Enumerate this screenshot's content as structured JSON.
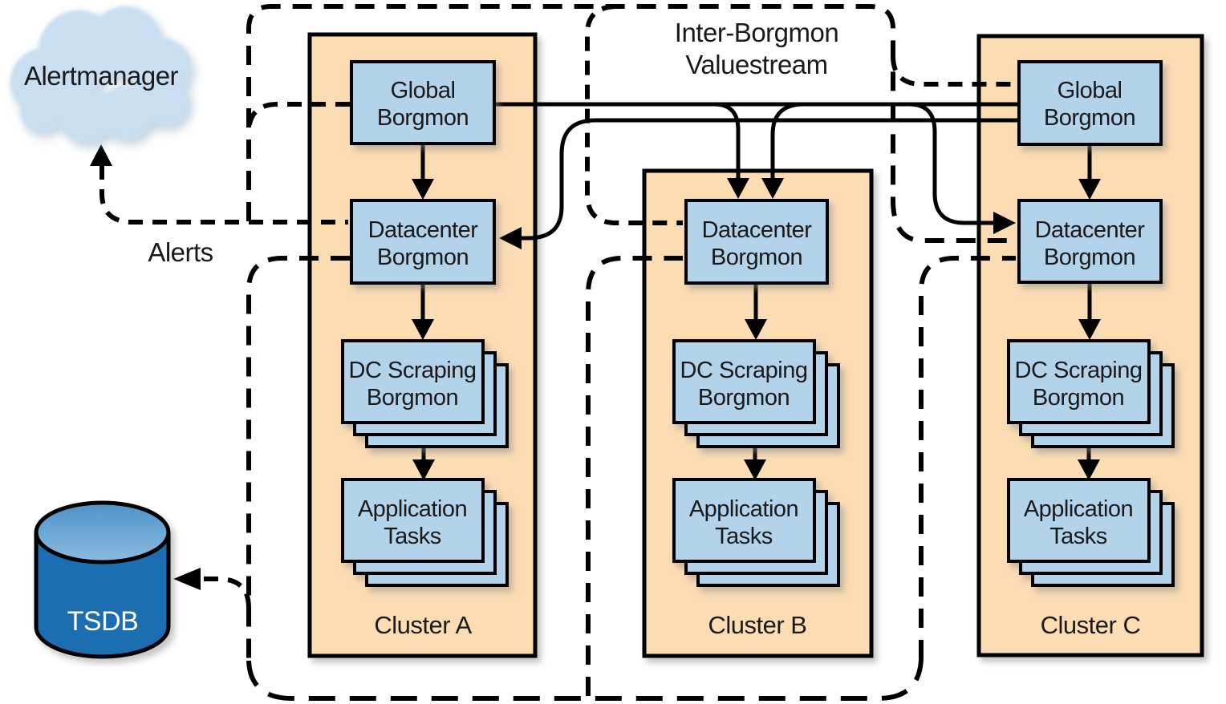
{
  "labels": {
    "alertmanager": "Alertmanager",
    "alerts": "Alerts",
    "valuestream1": "Inter-Borgmon",
    "valuestream2": "Valuestream",
    "tsdb": "TSDB"
  },
  "clusters": [
    {
      "label": "Cluster A",
      "global": {
        "l1": "Global",
        "l2": "Borgmon"
      },
      "datacenter": {
        "l1": "Datacenter",
        "l2": "Borgmon"
      },
      "scraping": {
        "l1": "DC Scraping",
        "l2": "Borgmon"
      },
      "tasks": {
        "l1": "Application",
        "l2": "Tasks"
      }
    },
    {
      "label": "Cluster B",
      "datacenter": {
        "l1": "Datacenter",
        "l2": "Borgmon"
      },
      "scraping": {
        "l1": "DC Scraping",
        "l2": "Borgmon"
      },
      "tasks": {
        "l1": "Application",
        "l2": "Tasks"
      }
    },
    {
      "label": "Cluster C",
      "global": {
        "l1": "Global",
        "l2": "Borgmon"
      },
      "datacenter": {
        "l1": "Datacenter",
        "l2": "Borgmon"
      },
      "scraping": {
        "l1": "DC Scraping",
        "l2": "Borgmon"
      },
      "tasks": {
        "l1": "Application",
        "l2": "Tasks"
      }
    }
  ],
  "colors": {
    "cluster_fill": "#fbdcb3",
    "node_fill": "#b2d3ea",
    "cloud_fill": "#c9dff1",
    "db_body": "#1e6eb0",
    "db_top_dark": "#4e93c9",
    "db_top_light": "#8cbbdf",
    "line_color": "#000000",
    "text_color": "#1a1a1a"
  }
}
